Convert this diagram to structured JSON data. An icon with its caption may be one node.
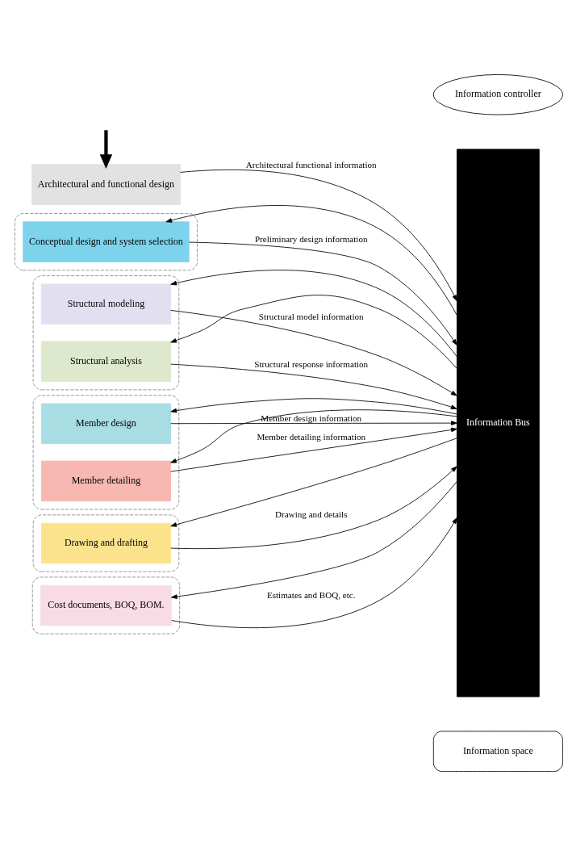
{
  "diagram": {
    "nodes": [
      {
        "text": [
          "Information controller"
        ]
      },
      {
        "text": [
          "Information Bus"
        ]
      },
      {
        "text": [
          "Information space"
        ]
      },
      {
        "text": [
          "Architectural and functional design"
        ]
      },
      {
        "text": [],
        "shape": "box"
      },
      {
        "text": [
          "Conceptual design and system selection"
        ],
        "in": 4
      },
      {
        "text": [],
        "shape": "box"
      },
      {
        "text": [
          "Structural modeling"
        ],
        "in": 6
      },
      {
        "text": [
          "Structural analysis"
        ],
        "in": 6
      },
      {
        "text": [],
        "shape": "box"
      },
      {
        "text": [
          "Member design"
        ],
        "in": 9
      },
      {
        "text": [
          "Member detailing"
        ],
        "in": 9
      },
      {
        "text": [],
        "shape": "box"
      },
      {
        "text": [
          "Drawing and drafting"
        ],
        "in": 12
      },
      {
        "text": [],
        "shape": "box"
      },
      {
        "text": [
          "Cost documents, BOQ, BOM."
        ],
        "in": 14
      }
    ],
    "edges": [
      {
        "from": null,
        "to": 3,
        "arrow": "to",
        "style": "thick"
      },
      {
        "from": 3,
        "to": 1,
        "arrow": "to",
        "label": "Architectural functional information"
      },
      {
        "from": 1,
        "to": 5,
        "arrow": "to"
      },
      {
        "from": 5,
        "to": 1,
        "arrow": "to",
        "label": "Preliminary design information"
      },
      {
        "from": 1,
        "to": 7,
        "arrow": "to"
      },
      {
        "from": 7,
        "to": 1,
        "arrow": "to",
        "label": "Structural model information"
      },
      {
        "from": 1,
        "to": 8,
        "arrow": "to"
      },
      {
        "from": 8,
        "to": 1,
        "arrow": "to",
        "label": "Structural response information"
      },
      {
        "from": 1,
        "to": 10,
        "arrow": "to"
      },
      {
        "from": 10,
        "to": 1,
        "arrow": "to",
        "label": "Member design information"
      },
      {
        "from": 1,
        "to": 11,
        "arrow": "to"
      },
      {
        "from": 11,
        "to": 1,
        "arrow": "to",
        "label": "Member detailing information"
      },
      {
        "from": 1,
        "to": 13,
        "arrow": "to"
      },
      {
        "from": 13,
        "to": 1,
        "arrow": "to",
        "label": "Drawing and details"
      },
      {
        "from": 1,
        "to": 15,
        "arrow": "to"
      },
      {
        "from": 15,
        "to": 1,
        "arrow": "to",
        "label": "Estimates and BOQ, etc."
      }
    ]
  }
}
